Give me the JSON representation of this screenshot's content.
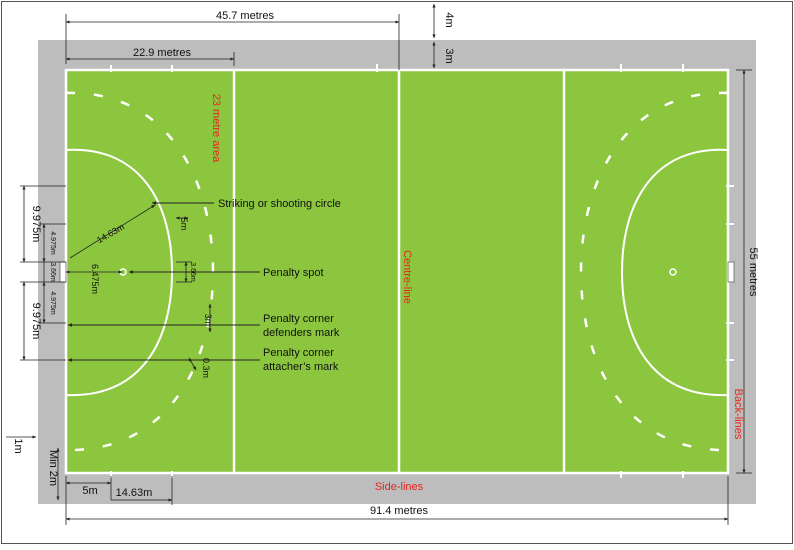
{
  "colors": {
    "turf": "#8cc63f",
    "runoff": "#bdbdbd",
    "line": "#ffffff",
    "red_label": "#e4261c",
    "dim_line": "#222222",
    "border": "#555555"
  },
  "top_dims": {
    "half_length": "45.7 metres",
    "quarter_length": "22.9 metres",
    "runoff_4m": "4m",
    "runoff_3m": "3m"
  },
  "field_labels": {
    "area_23m": "23 metre area",
    "centre_line": "Centre-line",
    "side_lines": "Side-lines",
    "back_lines": "Back-lines",
    "width": "55 metres",
    "full_length": "91.4 metres"
  },
  "callouts": {
    "striking_circle": "Striking or shooting circle",
    "penalty_spot": "Penalty spot",
    "pc_defenders_line1": "Penalty corner",
    "pc_defenders_line2": "defenders mark",
    "pc_attacker_line1": "Penalty corner",
    "pc_attacker_line2": "attacher’s mark"
  },
  "dims": {
    "radius": "14.63m",
    "dash_5m": "5m",
    "goal_3_66": "3.66m",
    "spot_6_475": "6.475m",
    "dist_3m": "3m",
    "dist_0_3m": "0.3m",
    "left_9_975_top": "9.975m",
    "left_4_975_top": "4.975m",
    "left_3_66": "3.66m",
    "left_4_975_bottom": "4.975m",
    "left_9_975_bottom": "9.975m",
    "min_2m": "Min 2m",
    "one_m": "1m",
    "bottom_5m": "5m",
    "bottom_14_63m": "14.63m"
  }
}
